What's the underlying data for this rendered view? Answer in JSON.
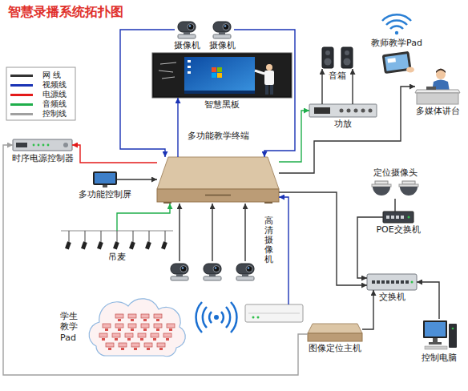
{
  "diagram": {
    "title": "智慧录播系统拓扑图",
    "nodes": [
      {
        "text": [
          "摄像机"
        ]
      },
      {
        "text": [
          "摄像机"
        ]
      },
      {
        "text": [
          "教师教学Pad"
        ]
      },
      {
        "text": [
          "音箱"
        ]
      },
      {
        "text": [
          "智慧黑板"
        ]
      },
      {
        "text": [
          "功放"
        ]
      },
      {
        "text": [
          "多媒体讲台"
        ]
      },
      {
        "text": [
          "多功能教学终端"
        ]
      },
      {
        "text": [
          "时序电源控制器"
        ]
      },
      {
        "text": [
          "定位摄像头"
        ]
      },
      {
        "text": [
          "多功能控制屏"
        ]
      },
      {
        "text": [
          "POE交换机"
        ]
      },
      {
        "text": [
          "吊麦"
        ]
      },
      {
        "text": [
          "高清摄像机"
        ]
      },
      {
        "text": [
          "交换机"
        ]
      },
      {
        "text": [
          "学生教学Pad"
        ]
      },
      {
        "text": [
          "图像定位主机"
        ]
      },
      {
        "text": [
          "控制电脑"
        ]
      }
    ],
    "edges": [
      {
        "from": 0,
        "to": 7,
        "arrow": "to"
      },
      {
        "from": 1,
        "to": 7,
        "arrow": "to"
      },
      {
        "from": 7,
        "to": 4,
        "arrow": "to"
      },
      {
        "from": 7,
        "to": 5,
        "arrow": "to"
      },
      {
        "from": 5,
        "to": 3,
        "arrow": "to"
      },
      {
        "from": 5,
        "to": 3,
        "arrow": "to"
      },
      {
        "from": 7,
        "to": 6,
        "arrow": "to"
      },
      {
        "from": 7,
        "to": 8,
        "arrow": "to"
      },
      {
        "from": 10,
        "to": 7,
        "arrow": "to"
      },
      {
        "from": 12,
        "to": 7,
        "arrow": "to"
      },
      {
        "from": 13,
        "to": 7,
        "arrow": "to"
      },
      {
        "from": 13,
        "to": 7,
        "arrow": "to"
      },
      {
        "from": 13,
        "to": 7,
        "arrow": "to"
      },
      {
        "from": 9,
        "to": 11,
        "arrow": "none"
      },
      {
        "from": 11,
        "to": 14,
        "arrow": "to"
      },
      {
        "from": 7,
        "to": 14,
        "arrow": "to"
      },
      {
        "from": 16,
        "to": 14,
        "arrow": "to"
      },
      {
        "from": 17,
        "to": 14,
        "arrow": "to"
      },
      {
        "from": 16,
        "to": 8,
        "arrow": "to"
      }
    ],
    "legend": [
      {
        "text": "网 线",
        "color": "#333333"
      },
      {
        "text": "视频线",
        "color": "#1a33b5"
      },
      {
        "text": "电源线",
        "color": "#e31a1a"
      },
      {
        "text": "音频线",
        "color": "#1fae4b"
      },
      {
        "text": "控制线",
        "color": "#a0a0a0"
      }
    ]
  }
}
